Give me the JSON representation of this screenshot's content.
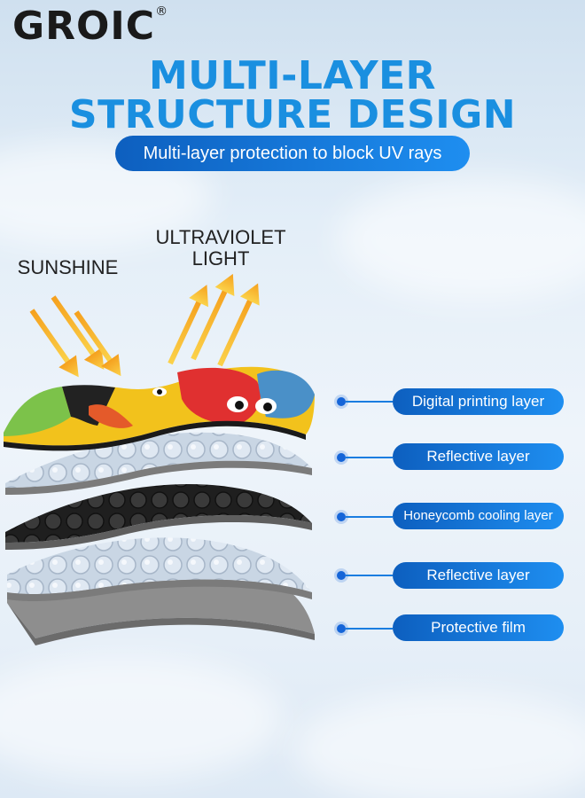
{
  "brand": {
    "name": "GROIC",
    "mark": "®"
  },
  "title": {
    "line1": "MULTI-LAYER",
    "line2": "STRUCTURE DESIGN"
  },
  "subtitle": "Multi-layer protection to block UV rays",
  "labels": {
    "sunshine": "SUNSHINE",
    "uv_line1": "ULTRAVIOLET",
    "uv_line2": "LIGHT"
  },
  "layers": [
    {
      "label": "Digital printing layer"
    },
    {
      "label": "Reflective layer"
    },
    {
      "label": "Honeycomb cooling layer"
    },
    {
      "label": "Reflective layer"
    },
    {
      "label": "Protective film"
    }
  ],
  "colors": {
    "accent": "#1a8fe0",
    "pill": "#1672d6",
    "arrow": "#f5a01e"
  }
}
